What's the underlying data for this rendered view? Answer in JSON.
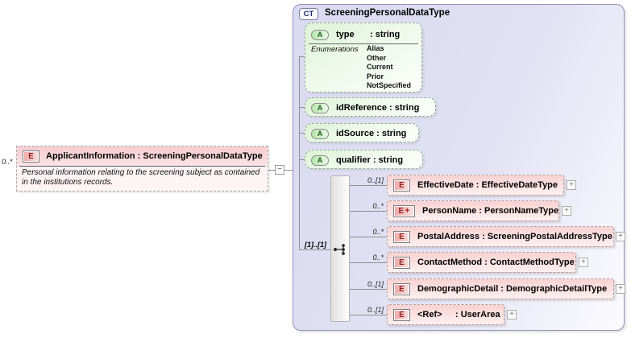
{
  "root_element": {
    "cardinality": "0..*",
    "icon": "E",
    "title": "ApplicantInformation : ScreeningPersonalDataType",
    "description": "Personal information relating to the screening subject as contained in the institutions records."
  },
  "connector": {
    "collapse_glyph": "−"
  },
  "complex_type": {
    "icon": "CT",
    "title": "ScreeningPersonalDataType",
    "attributes": {
      "type": {
        "icon": "A",
        "name": "type",
        "datatype": ": string",
        "enum_label": "Enumerations",
        "enums": [
          "Alias",
          "Other",
          "Current",
          "Prior",
          "NotSpecified"
        ]
      },
      "idReference": {
        "icon": "A",
        "label": "idReference : string"
      },
      "idSource": {
        "icon": "A",
        "label": "idSource : string"
      },
      "qualifier": {
        "icon": "A",
        "label": "qualifier : string"
      }
    },
    "sequence": {
      "cardinality": "[1]..[1]"
    },
    "elements": [
      {
        "cardinality": "0..[1]",
        "icon": "E",
        "label": "EffectiveDate : EffectiveDateType",
        "expand": "+"
      },
      {
        "cardinality": "0..*",
        "icon": "E",
        "icon_plus": "+",
        "label": "PersonName : PersonNameType",
        "expand": "+"
      },
      {
        "cardinality": "0..*",
        "icon": "E",
        "label": "PostalAddress : ScreeningPostalAddressType",
        "expand": "+"
      },
      {
        "cardinality": "0..*",
        "icon": "E",
        "label": "ContactMethod : ContactMethodType",
        "expand": "+"
      },
      {
        "cardinality": "0..[1]",
        "icon": "E",
        "label": "DemographicDetail : DemographicDetailType",
        "expand": "+"
      },
      {
        "cardinality": "0..[1]",
        "icon": "E",
        "name": "<Ref>",
        "datatype": ": UserArea",
        "expand": "+"
      }
    ]
  },
  "colors": {
    "container_fill": "#dcdcf1",
    "attribute_green": "#e3f5dd",
    "element_pink": "#f8d3d3",
    "element_icon_red": "#8e1f1f",
    "attribute_icon_green": "#1e5c1e",
    "ct_icon_blue": "#1a2a6a",
    "line_gray": "#8f8f8f"
  }
}
